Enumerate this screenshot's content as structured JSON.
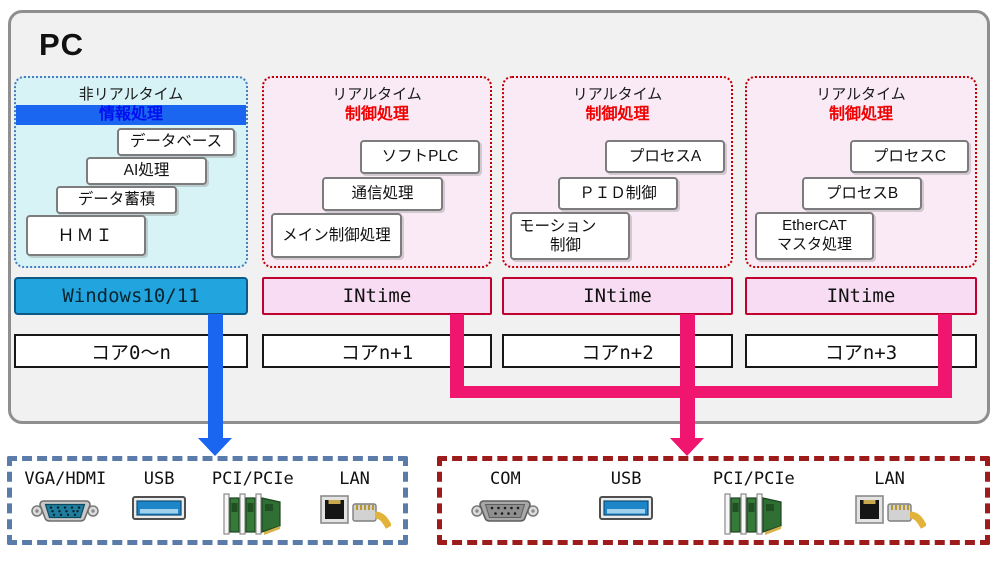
{
  "pc_title": "PC",
  "columns": [
    {
      "title1": "非リアルタイム",
      "title2": "情報処理",
      "cards": [
        "データベース",
        "AI処理",
        "データ蓄積",
        "ＨＭＩ"
      ],
      "os": "Windows10/11",
      "core": "コア0〜n"
    },
    {
      "title1": "リアルタイム",
      "title2": "制御処理",
      "cards": [
        "ソフトPLC",
        "通信処理",
        "メイン制御処理"
      ],
      "os": "INtime",
      "core": "コアn+1"
    },
    {
      "title1": "リアルタイム",
      "title2": "制御処理",
      "cards": [
        "プロセスA",
        "ＰＩＤ制御",
        "モーション\n　　制御"
      ],
      "os": "INtime",
      "core": "コアn+2"
    },
    {
      "title1": "リアルタイム",
      "title2": "制御処理",
      "cards": [
        "プロセスC",
        "プロセスB",
        "EtherCAT\nマスタ処理"
      ],
      "os": "INtime",
      "core": "コアn+3"
    }
  ],
  "io_boxes": {
    "windows": {
      "ports": [
        {
          "label": "VGA/HDMI",
          "icon": "vga-icon"
        },
        {
          "label": "USB",
          "icon": "usb-icon"
        },
        {
          "label": "PCI/PCIe",
          "icon": "pci-icon"
        },
        {
          "label": "LAN",
          "icon": "lan-icon"
        }
      ]
    },
    "intime": {
      "ports": [
        {
          "label": "COM",
          "icon": "com-icon"
        },
        {
          "label": "USB",
          "icon": "usb-icon"
        },
        {
          "label": "PCI/PCIe",
          "icon": "pci-icon"
        },
        {
          "label": "LAN",
          "icon": "lan-icon"
        }
      ]
    }
  },
  "colors": {
    "windows_bar": "#22a5de",
    "intime_fill": "#f8dcf3",
    "intime_border": "#c0002e",
    "info_zone_fill": "#d7f3f6",
    "info_zone_border": "#4a7cc0",
    "rt_zone_fill": "#f9eaf6",
    "rt_zone_border": "#c00000",
    "blue_arrow": "#1a66f0",
    "pink_arrow": "#f0156e",
    "windows_io_border": "#5b7cab",
    "intime_io_border": "#9e1b1b",
    "title_info": "#0010f0",
    "title_control": "#f00000"
  }
}
